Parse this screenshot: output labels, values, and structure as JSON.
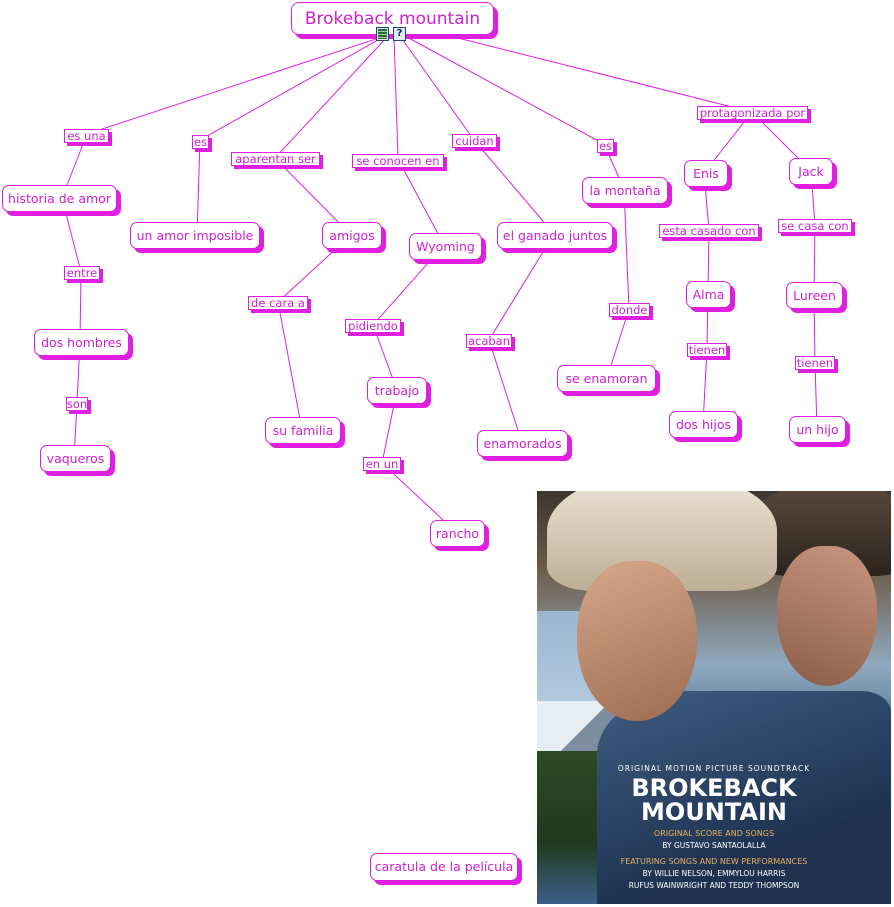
{
  "root": "Brokeback mountain",
  "nodes": {
    "historia": "historia de amor",
    "amor_imposible": "un amor imposible",
    "amigos": "amigos",
    "wyoming": "Wyoming",
    "ganado": "el ganado juntos",
    "montana": "la montaña",
    "enis": "Enis",
    "jack": "Jack",
    "dos_hombres": "dos hombres",
    "vaqueros": "vaqueros",
    "su_familia": "su familia",
    "trabajo": "trabajo",
    "rancho": "rancho",
    "enamorados": "enamorados",
    "se_enamoran": "se enamoran",
    "alma": "Alma",
    "lureen": "Lureen",
    "dos_hijos": "dos hijos",
    "un_hijo": "un hijo",
    "caratula": "caratula de la película"
  },
  "links": {
    "es_una": "es una",
    "es1": "es",
    "aparentan_ser": "aparentan ser",
    "se_conocen_en": "se conocen en",
    "cuidan": "cuidan",
    "es2": "es",
    "protagonizada_por": "protagonizada por",
    "entre": "entre",
    "son": "son",
    "de_cara_a": "de cara a",
    "pidiendo": "pidiendo",
    "en_un": "en un",
    "acaban": "acaban",
    "donde": "donde",
    "esta_casado_con": "esta casado con",
    "se_casa_con": "se casa con",
    "tienen1": "tienen",
    "tienen2": "tienen"
  },
  "cover": {
    "small": "ORIGINAL MOTION PICTURE SOUNDTRACK",
    "title_line1": "BROKEBACK",
    "title_line2": "MOUNTAIN",
    "sub1": "ORIGINAL SCORE AND SONGS",
    "sub1b": "BY GUSTAVO SANTAOLALLA",
    "sub2": "FEATURING SONGS AND NEW PERFORMANCES",
    "sub2b": "BY WILLIE NELSON, EMMYLOU HARRIS",
    "sub2c": "RUFUS WAINWRIGHT AND TEDDY THOMPSON"
  },
  "icons": [
    "film-icon",
    "help-icon"
  ],
  "colors": {
    "accent": "#e020e0",
    "text": "#cc22cc"
  }
}
